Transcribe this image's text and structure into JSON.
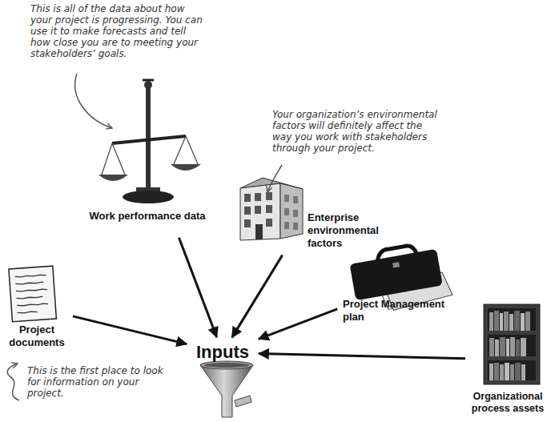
{
  "diagram": {
    "nodes": [
      {
        "text": [
          "Work performance data"
        ]
      },
      {
        "text": [
          "Enterprise environmental factors"
        ]
      },
      {
        "text": [
          "Project Management plan"
        ]
      },
      {
        "text": [
          "Project documents"
        ]
      },
      {
        "text": [
          "Inputs"
        ]
      },
      {
        "text": [
          "Organizational process assets"
        ]
      }
    ],
    "edges": [
      {
        "from": 0,
        "to": 4,
        "arrow": "to"
      },
      {
        "from": 1,
        "to": 4,
        "arrow": "to"
      },
      {
        "from": 2,
        "to": 4,
        "arrow": "to"
      },
      {
        "from": 3,
        "to": 4,
        "arrow": "to"
      },
      {
        "from": 5,
        "to": 4,
        "arrow": "to"
      }
    ],
    "labels": [
      "This is all of the data about how your project is progressing. You can use it to make forecasts and tell how close you are to meeting your stakeholders’ goals.",
      "Your organization’s environmental factors will definitely affect the way you work with stakeholders through your project.",
      "This is the first place to look for information on your project."
    ]
  }
}
